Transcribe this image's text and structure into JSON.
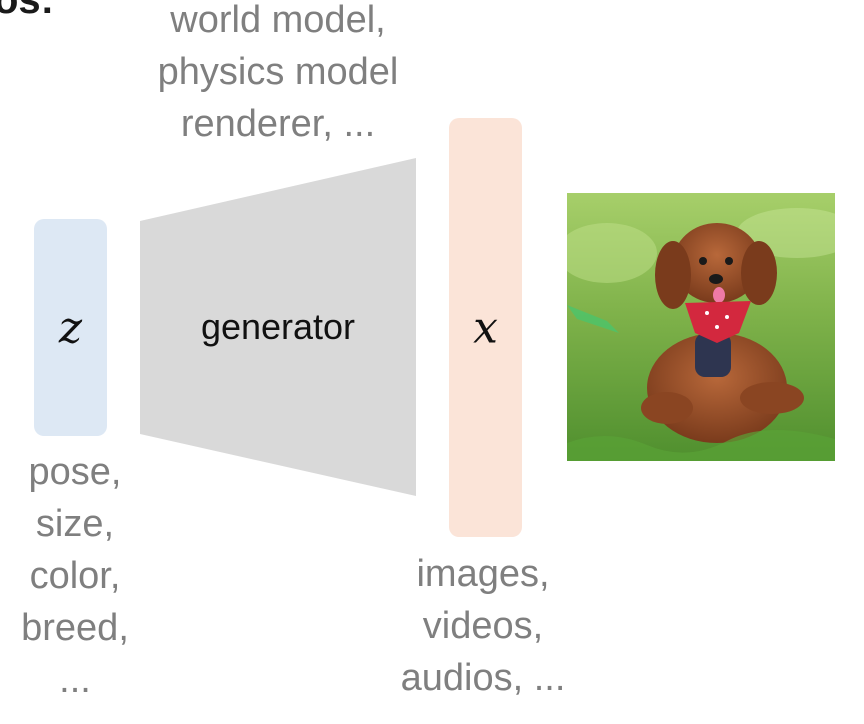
{
  "corner_fragment": "os:",
  "top_labels": [
    "world model,",
    "physics model",
    "renderer, ..."
  ],
  "latent_variable": "z",
  "generator_label": "generator",
  "output_variable": "x",
  "left_labels": [
    "pose,",
    "size,",
    "color,",
    "breed,",
    "..."
  ],
  "bottom_labels": [
    "images,",
    "videos,",
    "audios, ..."
  ],
  "colors": {
    "z_box": "#dde8f4",
    "x_box": "#fbe4d8",
    "generator": "#d9d9d9",
    "label_gray": "#7f7f7f"
  },
  "image": "poodle-puppy-on-grass-photo"
}
